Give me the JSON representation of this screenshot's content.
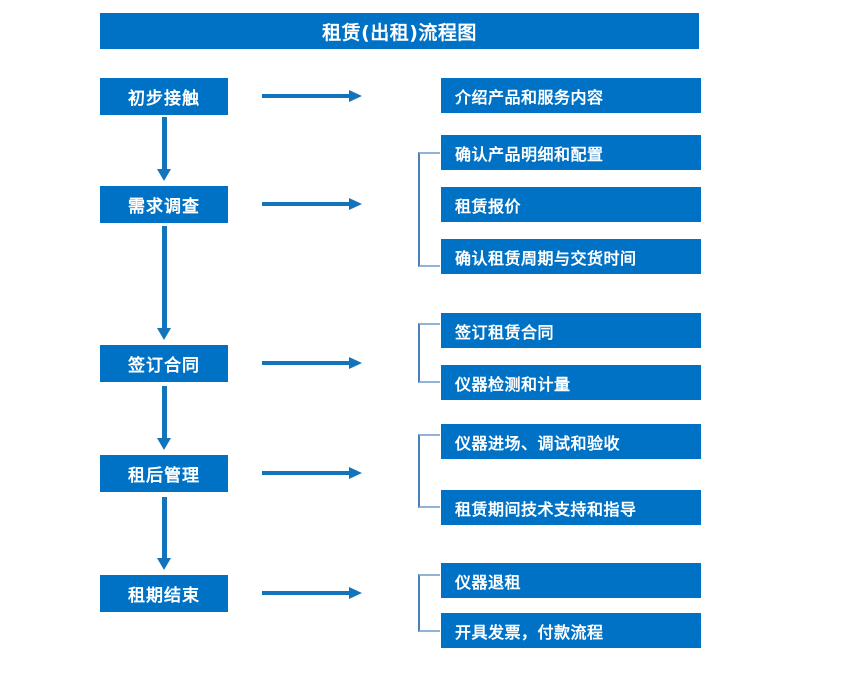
{
  "title": "租赁(出租)流程图",
  "colors": {
    "box_fill": "#0072c6",
    "box_text": "#ffffff",
    "arrow": "#1275bc",
    "bracket": "#4a80b8",
    "background": "#ffffff"
  },
  "stages": [
    {
      "label": "初步接触"
    },
    {
      "label": "需求调查"
    },
    {
      "label": "签订合同"
    },
    {
      "label": "租后管理"
    },
    {
      "label": "租期结束"
    }
  ],
  "details": [
    {
      "label": "介绍产品和服务内容"
    },
    {
      "label": "确认产品明细和配置"
    },
    {
      "label": "租赁报价"
    },
    {
      "label": "确认租赁周期与交货时间"
    },
    {
      "label": "签订租赁合同"
    },
    {
      "label": "仪器检测和计量"
    },
    {
      "label": "仪器进场、调试和验收"
    },
    {
      "label": "租赁期间技术支持和指导"
    },
    {
      "label": "仪器退租"
    },
    {
      "label": "开具发票，付款流程"
    }
  ],
  "connectors": {
    "stage_flow_arrows": 4,
    "stage_to_detail_arrows": 5,
    "brackets": 4
  }
}
